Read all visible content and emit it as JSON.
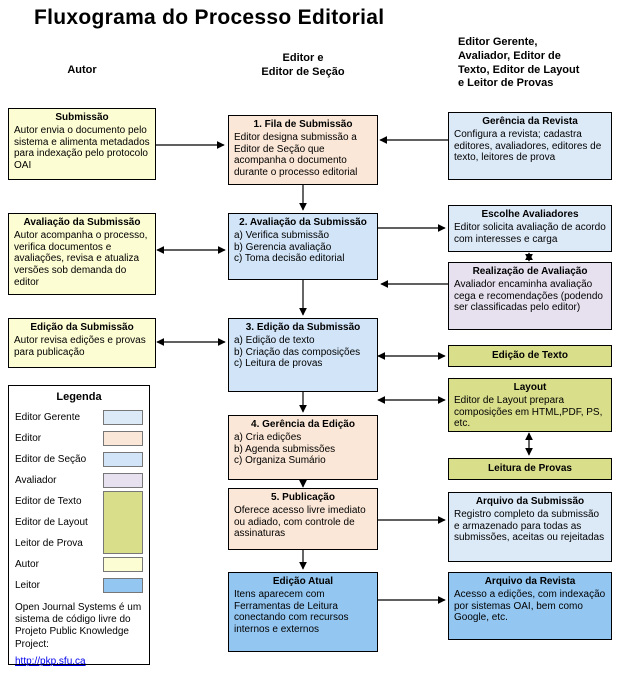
{
  "title": "Fluxograma do Processo Editorial",
  "headers": {
    "left": "Autor",
    "center": "Editor e\nEditor de Seção",
    "right": "Editor Gerente, Avaliador, Editor de Texto, Editor de Layout e Leitor de Provas"
  },
  "left_boxes": [
    {
      "title": "Submissão",
      "body": "Autor envia o documento pelo sistema e alimenta metadados para indexação pelo protocolo OAI"
    },
    {
      "title": "Avaliação da Submissão",
      "body": "Autor acompanha o processo, verifica documentos e avaliações, revisa e atualiza versões sob demanda do editor"
    },
    {
      "title": "Edição da Submissão",
      "body": "Autor revisa edições e provas para publicação"
    }
  ],
  "center_boxes": [
    {
      "title": "1. Fila de Submissão",
      "body": "Editor designa submissão a Editor de Seção que acompanha o documento durante o processo editorial"
    },
    {
      "title": "2. Avaliação da Submissão",
      "body": "a) Verifica submissão\nb) Gerencia avaliação\nc) Toma decisão editorial"
    },
    {
      "title": "3. Edição da Submissão",
      "body": "a) Edição de texto\nb) Criação das composições\nc) Leitura de provas"
    },
    {
      "title": "4. Gerência da Edição",
      "body": "a) Cria edições\nb) Agenda submissões\nc) Organiza Sumário"
    },
    {
      "title": "5. Publicação",
      "body": "Oferece acesso livre imediato ou adiado, com controle de assinaturas"
    },
    {
      "title": "Edição Atual",
      "body": "Itens aparecem com Ferramentas de Leitura conectando com recursos internos e externos"
    }
  ],
  "right_boxes": [
    {
      "title": "Gerência da Revista",
      "body": "Configura a revista; cadastra editores, avaliadores, editores de texto, leitores de prova"
    },
    {
      "title": "Escolhe Avaliadores",
      "body": "Editor solicita avaliação de acordo com interesses e carga"
    },
    {
      "title": "Realização de Avaliação",
      "body": "Avaliador encaminha avaliação cega e recomendações (podendo ser classificadas pelo editor)"
    },
    {
      "title": "Edição de Texto",
      "body": ""
    },
    {
      "title": "Layout",
      "body": "Editor de Layout prepara composições em HTML,PDF, PS, etc."
    },
    {
      "title": "Leitura de Provas",
      "body": ""
    },
    {
      "title": "Arquivo da Submissão",
      "body": "Registro completo da submissão e armazenado para todas as submissões, aceitas ou rejeitadas"
    },
    {
      "title": "Arquivo da Revista",
      "body": "Acesso a edições, com indexação por sistemas OAI, bem como Google, etc."
    }
  ],
  "legend": {
    "title": "Legenda",
    "items": [
      {
        "label": "Editor Gerente",
        "color": "#DCE9F7"
      },
      {
        "label": "Editor",
        "color": "#FBE7D7"
      },
      {
        "label": "Editor de Seção",
        "color": "#D2E5F8"
      },
      {
        "label": "Avaliador",
        "color": "#E7E1EF"
      },
      {
        "label": "Editor de Texto",
        "color": "#D9DE8B"
      },
      {
        "label": "Editor de Layout",
        "color": "#D9DE8B"
      },
      {
        "label": "Leitor de Prova",
        "color": "#D9DE8B"
      },
      {
        "label": "Autor",
        "color": "#FDFDD4"
      },
      {
        "label": "Leitor",
        "color": "#93C6F1"
      }
    ],
    "footer": "Open Journal Systems é um sistema de código livre do Projeto Public Knowledge Project:",
    "link": "http://pkp.sfu.ca"
  }
}
